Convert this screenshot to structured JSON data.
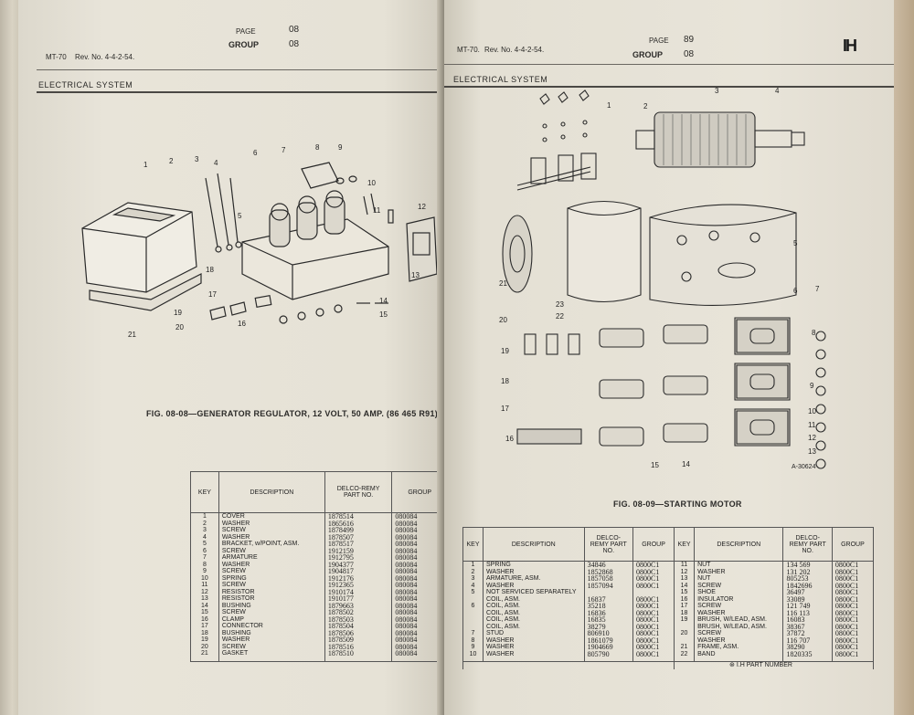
{
  "left_page": {
    "doc_code": "MT-70",
    "rev": "Rev. No. 4-4-2-54.",
    "page_label": "PAGE",
    "page_number": "08",
    "group_label": "GROUP",
    "group_number": "08",
    "section": "ELECTRICAL SYSTEM",
    "figure_caption": "FIG. 08-08—GENERATOR REGULATOR, 12 VOLT, 50 AMP. (86 465 R91)",
    "callouts": [
      "1",
      "2",
      "3",
      "4",
      "5",
      "6",
      "7",
      "8",
      "9",
      "10",
      "11",
      "12",
      "13",
      "14",
      "15",
      "16",
      "17",
      "18",
      "19",
      "20",
      "21"
    ],
    "table": {
      "headers": [
        "KEY",
        "DESCRIPTION",
        "DELCO-REMY PART NO.",
        "GROUP"
      ],
      "rows": [
        [
          "1",
          "COVER",
          "1878514",
          "080084"
        ],
        [
          "2",
          "WASHER",
          "1865616",
          "080084"
        ],
        [
          "3",
          "SCREW",
          "1878499",
          "080084"
        ],
        [
          "4",
          "WASHER",
          "1878507",
          "080084"
        ],
        [
          "5",
          "BRACKET, w/POINT, ASM.",
          "1878517",
          "080084"
        ],
        [
          "6",
          "SCREW",
          "1912159",
          "080084"
        ],
        [
          "7",
          "ARMATURE",
          "1912795",
          "080084"
        ],
        [
          "8",
          "WASHER",
          "1904377",
          "080084"
        ],
        [
          "9",
          "SCREW",
          "1904817",
          "080084"
        ],
        [
          "10",
          "SPRING",
          "1912176",
          "080084"
        ],
        [
          "11",
          "SCREW",
          "1912365",
          "080084"
        ],
        [
          "12",
          "RESISTOR",
          "1910174",
          "080084"
        ],
        [
          "13",
          "RESISTOR",
          "1910177",
          "080084"
        ],
        [
          "14",
          "BUSHING",
          "1879663",
          "080084"
        ],
        [
          "15",
          "SCREW",
          "1878502",
          "080084"
        ],
        [
          "16",
          "CLAMP",
          "1878503",
          "080084"
        ],
        [
          "17",
          "CONNECTOR",
          "1878504",
          "080084"
        ],
        [
          "18",
          "BUSHING",
          "1878506",
          "080084"
        ],
        [
          "19",
          "WASHER",
          "1878509",
          "080084"
        ],
        [
          "20",
          "SCREW",
          "1878516",
          "080084"
        ],
        [
          "21",
          "GASKET",
          "1878510",
          "080084"
        ]
      ]
    }
  },
  "right_page": {
    "doc_code": "MT-70.",
    "rev": "Rev. No. 4-4-2-54.",
    "page_label": "PAGE",
    "page_number": "89",
    "group_label": "GROUP",
    "group_number": "08",
    "section": "ELECTRICAL SYSTEM",
    "logo_text": "IH",
    "figure_caption": "FIG. 08-09—STARTING MOTOR",
    "figure_id": "A-30624",
    "callouts": [
      "1",
      "2",
      "3",
      "4",
      "5",
      "6",
      "7",
      "8",
      "9",
      "10",
      "11",
      "12",
      "13",
      "14",
      "15",
      "16",
      "17",
      "18",
      "19",
      "20",
      "21",
      "22",
      "23"
    ],
    "table": {
      "headers": [
        "KEY",
        "DESCRIPTION",
        "DELCO-REMY PART NO.",
        "GROUP",
        "KEY",
        "DESCRIPTION",
        "DELCO-REMY PART NO.",
        "GROUP"
      ],
      "rows": [
        [
          "1",
          "SPRING",
          "34846",
          "0800C1",
          "11",
          "NUT",
          "134 569",
          "0800C1"
        ],
        [
          "2",
          "WASHER",
          "1852868",
          "0800C1",
          "12",
          "WASHER",
          "131 202",
          "0800C1"
        ],
        [
          "3",
          "ARMATURE, ASM.",
          "1857058",
          "0800C1",
          "13",
          "NUT",
          "805253",
          "0800C1"
        ],
        [
          "4",
          "WASHER",
          "1857094",
          "0800C1",
          "14",
          "SCREW",
          "1842696",
          "0800C1"
        ],
        [
          "5",
          "NOT SERVICED SEPARATELY",
          "",
          "",
          "15",
          "SHOE",
          "36497",
          "0800C1"
        ],
        [
          "",
          "COIL, ASM.",
          "16837",
          "0800C1",
          "16",
          "INSULATOR",
          "33089",
          "0800C1"
        ],
        [
          "6",
          "COIL, ASM.",
          "35218",
          "0800C1",
          "17",
          "SCREW",
          "121 749",
          "0800C1"
        ],
        [
          "",
          "COIL, ASM.",
          "16836",
          "0800C1",
          "18",
          "WASHER",
          "116 113",
          "0800C1"
        ],
        [
          "",
          "COIL, ASM.",
          "16835",
          "0800C1",
          "19",
          "BRUSH, W/LEAD, ASM.",
          "16083",
          "0800C1"
        ],
        [
          "",
          "COIL, ASM.",
          "38279",
          "0800C1",
          "",
          "BRUSH, W/LEAD, ASM.",
          "38367",
          "0800C1"
        ],
        [
          "7",
          "STUD",
          "806910",
          "0800C1",
          "20",
          "SCREW",
          "37872",
          "0800C1"
        ],
        [
          "8",
          "WASHER",
          "1861079",
          "0800C1",
          "",
          "WASHER",
          "116 707",
          "0800C1"
        ],
        [
          "9",
          "WASHER",
          "1904669",
          "0800C1",
          "21",
          "FRAME, ASM.",
          "38290",
          "0800C1"
        ],
        [
          "10",
          "WASHER",
          "805790",
          "0800C1",
          "22",
          "BAND",
          "1820335",
          "0800C1"
        ]
      ],
      "footnote": "I.H PART NUMBER"
    }
  }
}
